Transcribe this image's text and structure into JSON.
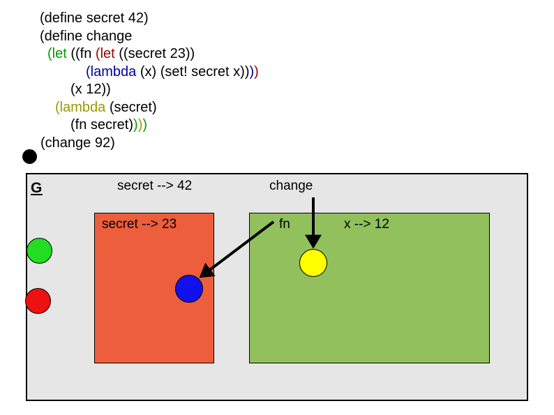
{
  "code": {
    "lines": [
      {
        "indent": 0,
        "tokens": [
          {
            "t": "(define secret 42)",
            "c": "black"
          }
        ]
      },
      {
        "indent": 0,
        "tokens": [
          {
            "t": "(define change",
            "c": "black"
          }
        ]
      },
      {
        "indent": 1,
        "tokens": [
          {
            "t": "(let",
            "c": "green"
          },
          {
            "t": " ((fn ",
            "c": "black"
          },
          {
            "t": "(let",
            "c": "red"
          },
          {
            "t": " ((secret 23))",
            "c": "black"
          }
        ]
      },
      {
        "indent": 6,
        "tokens": [
          {
            "t": "(lambda",
            "c": "blue"
          },
          {
            "t": " (x) (set! secret x))",
            "c": "black"
          },
          {
            "t": ")",
            "c": "blue"
          },
          {
            "t": ")",
            "c": "red"
          }
        ]
      },
      {
        "indent": 4,
        "tokens": [
          {
            "t": "(x 12))",
            "c": "black"
          }
        ]
      },
      {
        "indent": 2,
        "tokens": [
          {
            "t": "(lambda",
            "c": "olive"
          },
          {
            "t": " (secret)",
            "c": "black"
          }
        ]
      },
      {
        "indent": 4,
        "tokens": [
          {
            "t": "(fn secret)",
            "c": "black"
          },
          {
            "t": ")",
            "c": "green"
          },
          {
            "t": ")",
            "c": "olive"
          },
          {
            "t": ")",
            "c": "green"
          }
        ]
      },
      {
        "indent": 0,
        "tokens": [
          {
            "t": "(change 92)",
            "c": "black"
          }
        ]
      }
    ],
    "root_dot_color": "#000000"
  },
  "diagram": {
    "global_frame": {
      "label": "G",
      "background": "#e6e6e6",
      "border_color": "#000000",
      "binding": "secret --> 42",
      "change_label": "change"
    },
    "orange_env": {
      "fill": "#ec5e3c",
      "binding": "secret --> 23"
    },
    "green_env": {
      "fill": "#91c05d",
      "fn_label": "fn",
      "binding": "x --> 12"
    },
    "dots": [
      {
        "name": "green-procedure-dot",
        "color": "#22dd22"
      },
      {
        "name": "red-procedure-dot",
        "color": "#ee1111"
      },
      {
        "name": "blue-procedure-dot",
        "color": "#1111ee"
      },
      {
        "name": "yellow-procedure-dot",
        "color": "#ffff00"
      }
    ],
    "arrows": [
      {
        "name": "change-to-yellow-dot",
        "from": "change",
        "to": "yellow-procedure-dot"
      },
      {
        "name": "fn-to-blue-dot",
        "from": "fn",
        "to": "blue-procedure-dot"
      }
    ]
  }
}
